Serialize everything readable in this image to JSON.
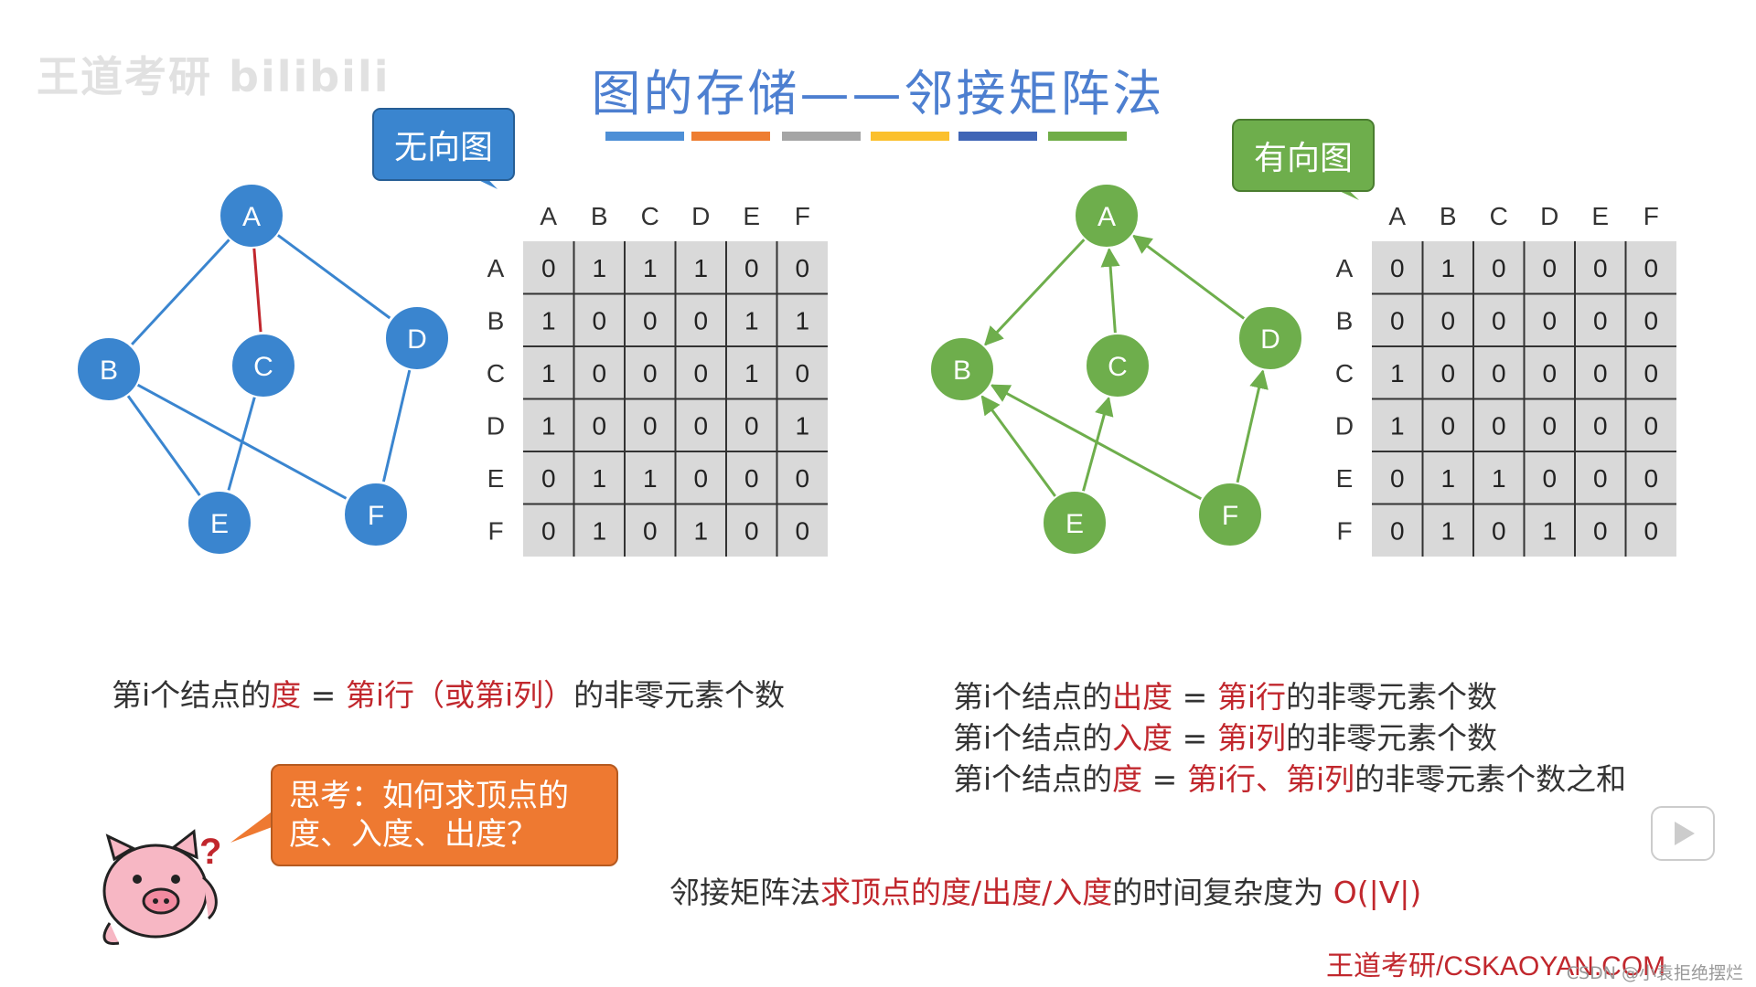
{
  "watermark": "王道考研 bilibili",
  "title": "图的存储——邻接矩阵法",
  "colors": {
    "title_bar": [
      "#4d8fd6",
      "#ee7d31",
      "#a5a5a5",
      "#fbc02d",
      "#3f65b6",
      "#70ad47"
    ],
    "undirected_node": "#3a85cf",
    "directed_node": "#6eae4c",
    "highlight": "#c1272d"
  },
  "undirected": {
    "label": "无向图",
    "nodes": [
      "A",
      "B",
      "C",
      "D",
      "E",
      "F"
    ],
    "edges": [
      [
        "A",
        "B"
      ],
      [
        "A",
        "C"
      ],
      [
        "A",
        "D"
      ],
      [
        "B",
        "E"
      ],
      [
        "B",
        "F"
      ],
      [
        "C",
        "E"
      ],
      [
        "D",
        "F"
      ]
    ],
    "highlighted_edge": [
      "A",
      "C"
    ],
    "matrix": {
      "headers": [
        "A",
        "B",
        "C",
        "D",
        "E",
        "F"
      ],
      "rows": [
        [
          "0",
          "1",
          "1",
          "1",
          "0",
          "0"
        ],
        [
          "1",
          "0",
          "0",
          "0",
          "1",
          "1"
        ],
        [
          "1",
          "0",
          "0",
          "0",
          "1",
          "0"
        ],
        [
          "1",
          "0",
          "0",
          "0",
          "0",
          "1"
        ],
        [
          "0",
          "1",
          "1",
          "0",
          "0",
          "0"
        ],
        [
          "0",
          "1",
          "0",
          "1",
          "0",
          "0"
        ]
      ]
    }
  },
  "directed": {
    "label": "有向图",
    "nodes": [
      "A",
      "B",
      "C",
      "D",
      "E",
      "F"
    ],
    "edges": [
      [
        "A",
        "B"
      ],
      [
        "C",
        "A"
      ],
      [
        "D",
        "A"
      ],
      [
        "E",
        "B"
      ],
      [
        "E",
        "C"
      ],
      [
        "F",
        "B"
      ],
      [
        "F",
        "D"
      ]
    ],
    "matrix": {
      "headers": [
        "A",
        "B",
        "C",
        "D",
        "E",
        "F"
      ],
      "rows": [
        [
          "0",
          "1",
          "0",
          "0",
          "0",
          "0"
        ],
        [
          "0",
          "0",
          "0",
          "0",
          "0",
          "0"
        ],
        [
          "1",
          "0",
          "0",
          "0",
          "0",
          "0"
        ],
        [
          "1",
          "0",
          "0",
          "0",
          "0",
          "0"
        ],
        [
          "0",
          "1",
          "1",
          "0",
          "0",
          "0"
        ],
        [
          "0",
          "1",
          "0",
          "1",
          "0",
          "0"
        ]
      ]
    }
  },
  "formulas": {
    "undirected": [
      [
        "第i个结点的",
        false
      ],
      [
        "度",
        true
      ],
      [
        " = ",
        false
      ],
      [
        "第i行（或第i列）",
        true
      ],
      [
        "的非零元素个数",
        false
      ]
    ],
    "directed": [
      [
        [
          "第i个结点的",
          false
        ],
        [
          "出度",
          true
        ],
        [
          " = ",
          false
        ],
        [
          "第i行",
          true
        ],
        [
          "的非零元素个数",
          false
        ]
      ],
      [
        [
          "第i个结点的",
          false
        ],
        [
          "入度",
          true
        ],
        [
          " = ",
          false
        ],
        [
          "第i列",
          true
        ],
        [
          "的非零元素个数",
          false
        ]
      ],
      [
        [
          "第i个结点的",
          false
        ],
        [
          "度",
          true
        ],
        [
          " = ",
          false
        ],
        [
          "第i行、第i列",
          true
        ],
        [
          "的非零元素个数之和",
          false
        ]
      ]
    ],
    "complexity": [
      [
        "邻接矩阵法",
        false
      ],
      [
        "求顶点的度/出度/入度",
        true
      ],
      [
        "的时间复杂度为 ",
        false
      ],
      [
        "O(|V|)",
        true
      ]
    ]
  },
  "think_bubble": "思考：如何求顶点的度、入度、出度？",
  "brand": "王道考研/CSKAOYAN.COM",
  "csdn_watermark": "CSDN @小袁拒绝摆烂",
  "icons": [
    "pig-mascot-icon",
    "question-mark-icon",
    "play-button-icon"
  ]
}
